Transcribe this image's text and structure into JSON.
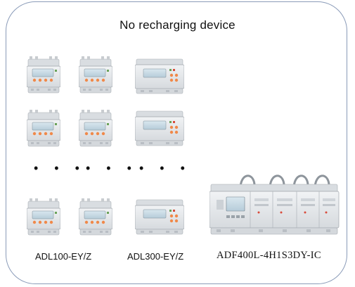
{
  "title": "No recharging device",
  "captions": {
    "adl100": "ADL100-EY/Z",
    "adl300": "ADL300-EY/Z",
    "adf400": "ADF400L-4H1S3DY-IC"
  },
  "ellipsis": "• • •",
  "colors": {
    "frame_border": "#8a9bb8",
    "meter_body": "#e4e7ea",
    "meter_shadow": "#b9bec4",
    "lcd": "#c7dbe6",
    "buttons": "#f0894a"
  }
}
